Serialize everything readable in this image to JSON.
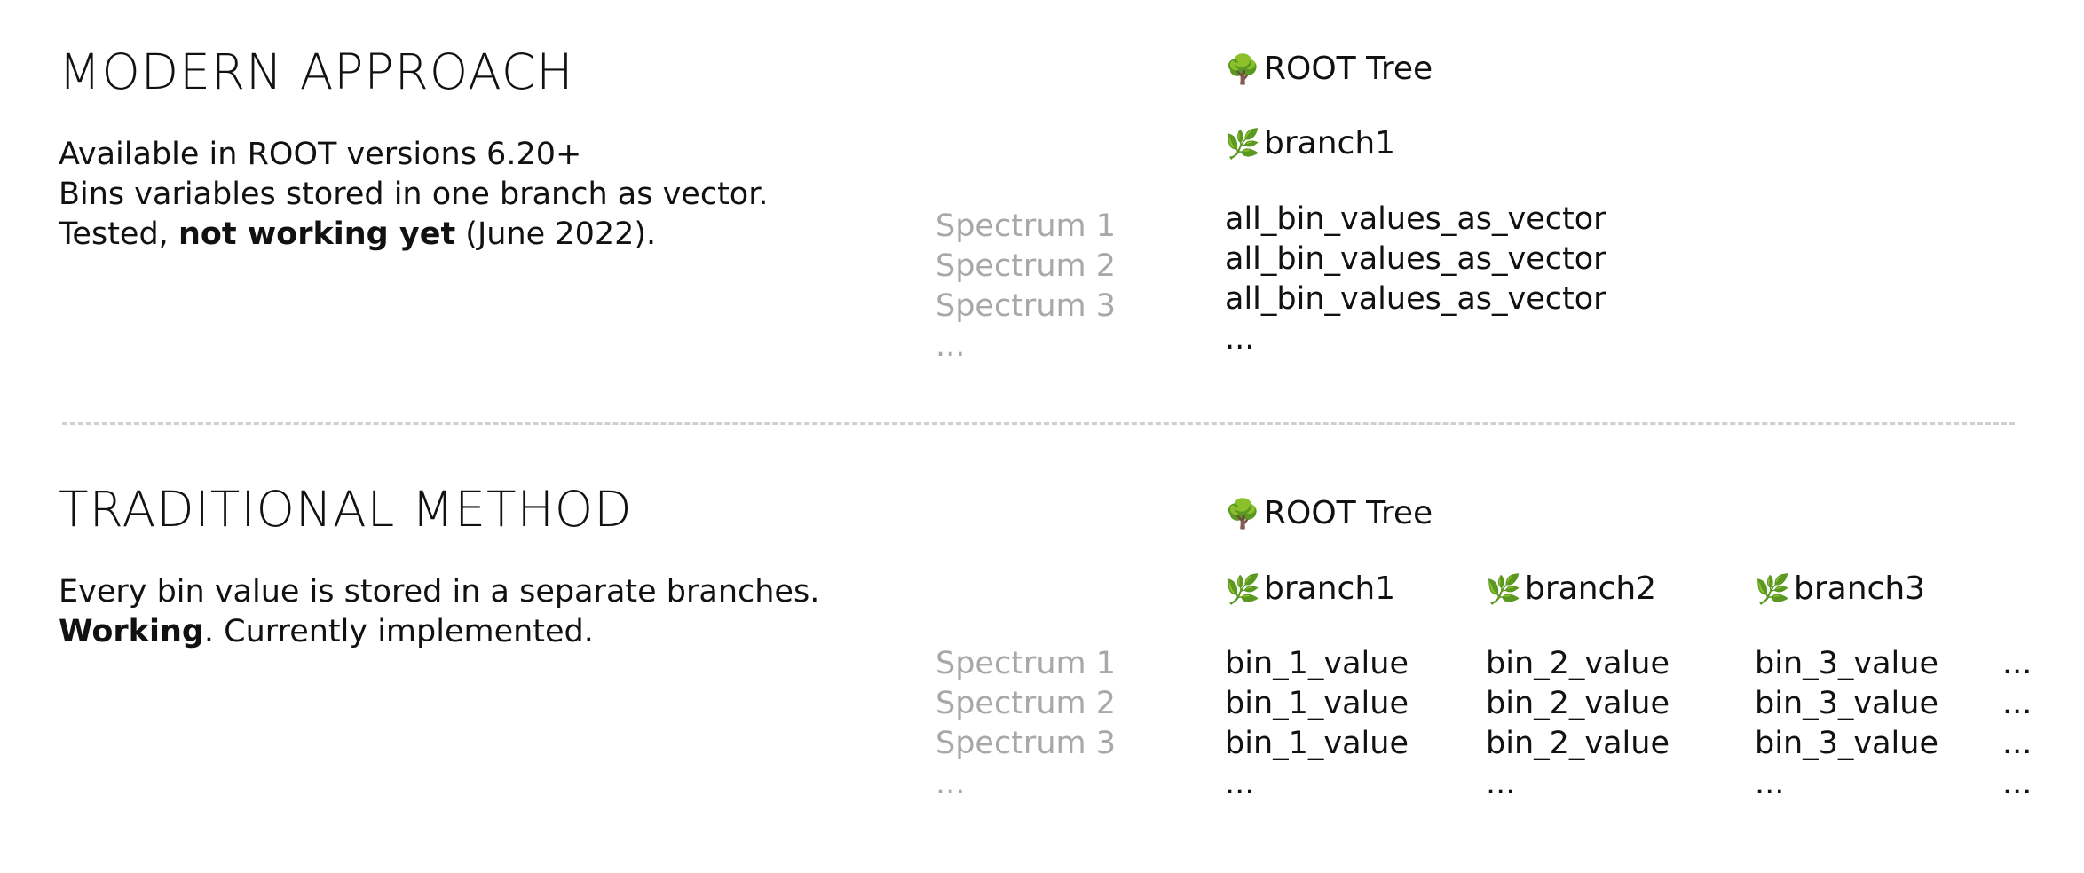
{
  "modern": {
    "title": "MODERN APPROACH",
    "desc_lines": [
      "Available in ROOT versions 6.20+",
      "Bins variables stored in one branch as vector."
    ],
    "desc_line3_prefix": "Tested, ",
    "desc_line3_bold": "not working yet",
    "desc_line3_suffix": " (June 2022).",
    "tree": {
      "icon": "🌳",
      "label": "ROOT Tree"
    },
    "branch": {
      "icon": "🌿",
      "label": "branch1"
    },
    "spectra": [
      "Spectrum 1",
      "Spectrum 2",
      "Spectrum 3",
      "..."
    ],
    "values": [
      "all_bin_values_as_vector",
      "all_bin_values_as_vector",
      "all_bin_values_as_vector",
      "..."
    ]
  },
  "traditional": {
    "title": "TRADITIONAL METHOD",
    "desc_line1": "Every bin value is stored in a separate branches.",
    "desc_line2_bold": "Working",
    "desc_line2_suffix": ". Currently implemented.",
    "tree": {
      "icon": "🌳",
      "label": "ROOT Tree"
    },
    "branches": [
      {
        "icon": "🌿",
        "label": "branch1"
      },
      {
        "icon": "🌿",
        "label": "branch2"
      },
      {
        "icon": "🌿",
        "label": "branch3"
      }
    ],
    "spectra": [
      "Spectrum 1",
      "Spectrum 2",
      "Spectrum 3",
      "..."
    ],
    "columns": [
      [
        "bin_1_value",
        "bin_1_value",
        "bin_1_value",
        "..."
      ],
      [
        "bin_2_value",
        "bin_2_value",
        "bin_2_value",
        "..."
      ],
      [
        "bin_3_value",
        "bin_3_value",
        "bin_3_value",
        "..."
      ],
      [
        "...",
        "...",
        "...",
        "..."
      ]
    ]
  }
}
